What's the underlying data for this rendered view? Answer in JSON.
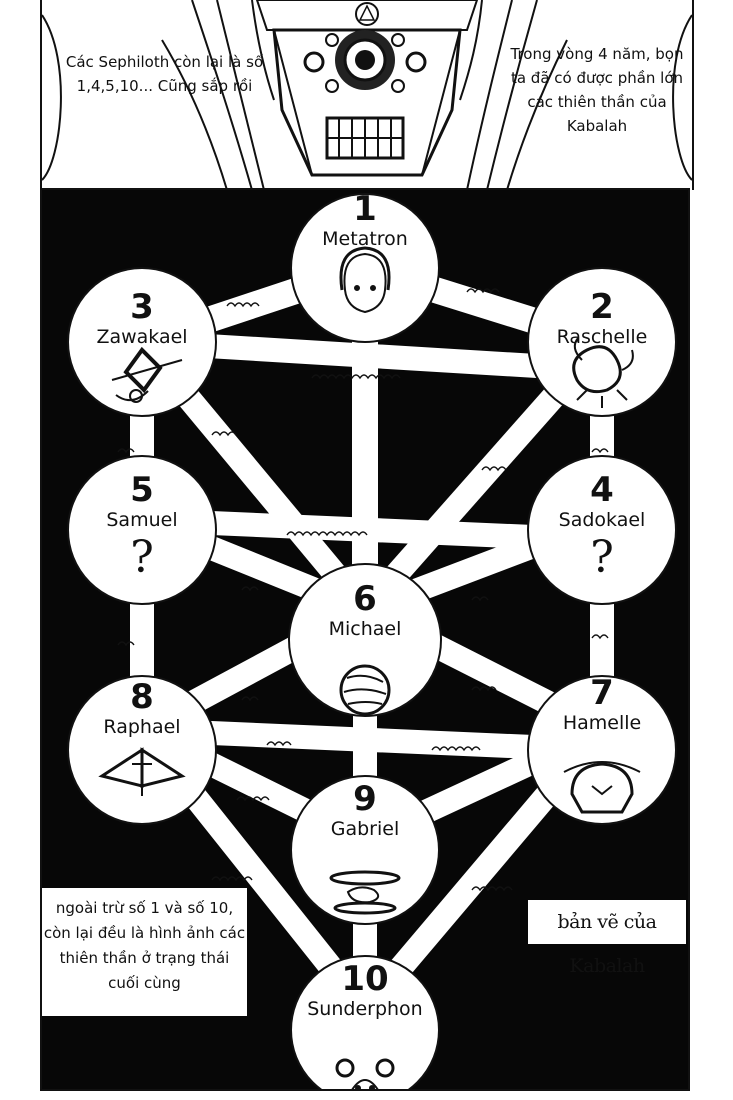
{
  "captions": {
    "top_left": "Các Sephiloth còn lại là số 1,4,5,10... Cũng sắp rồi",
    "top_right": "Trong vòng 4 năm, bọn ta đã có được phần lớn các thiên thần của Kabalah",
    "bottom_left": "ngoài trừ số 1 và số 10, còn lại đều là hình ảnh các thiên thần ở trạng thái cuối cùng",
    "title": "bản vẽ của Kabalah"
  },
  "nodes": [
    {
      "num": "1",
      "name": "Metatron",
      "icon": "face-icon"
    },
    {
      "num": "2",
      "name": "Raschelle",
      "icon": "scorpion-icon"
    },
    {
      "num": "3",
      "name": "Zawakael",
      "icon": "rune-icon"
    },
    {
      "num": "4",
      "name": "Sadokael",
      "icon": "question-mark",
      "mark": "?"
    },
    {
      "num": "5",
      "name": "Samuel",
      "icon": "question-mark",
      "mark": "?"
    },
    {
      "num": "6",
      "name": "Michael",
      "icon": "sphere-icon"
    },
    {
      "num": "7",
      "name": "Hamelle",
      "icon": "mask-icon"
    },
    {
      "num": "8",
      "name": "Raphael",
      "icon": "wings-icon"
    },
    {
      "num": "9",
      "name": "Gabriel",
      "icon": "rings-icon"
    },
    {
      "num": "10",
      "name": "Sunderphon",
      "icon": "girl-face-icon"
    }
  ]
}
